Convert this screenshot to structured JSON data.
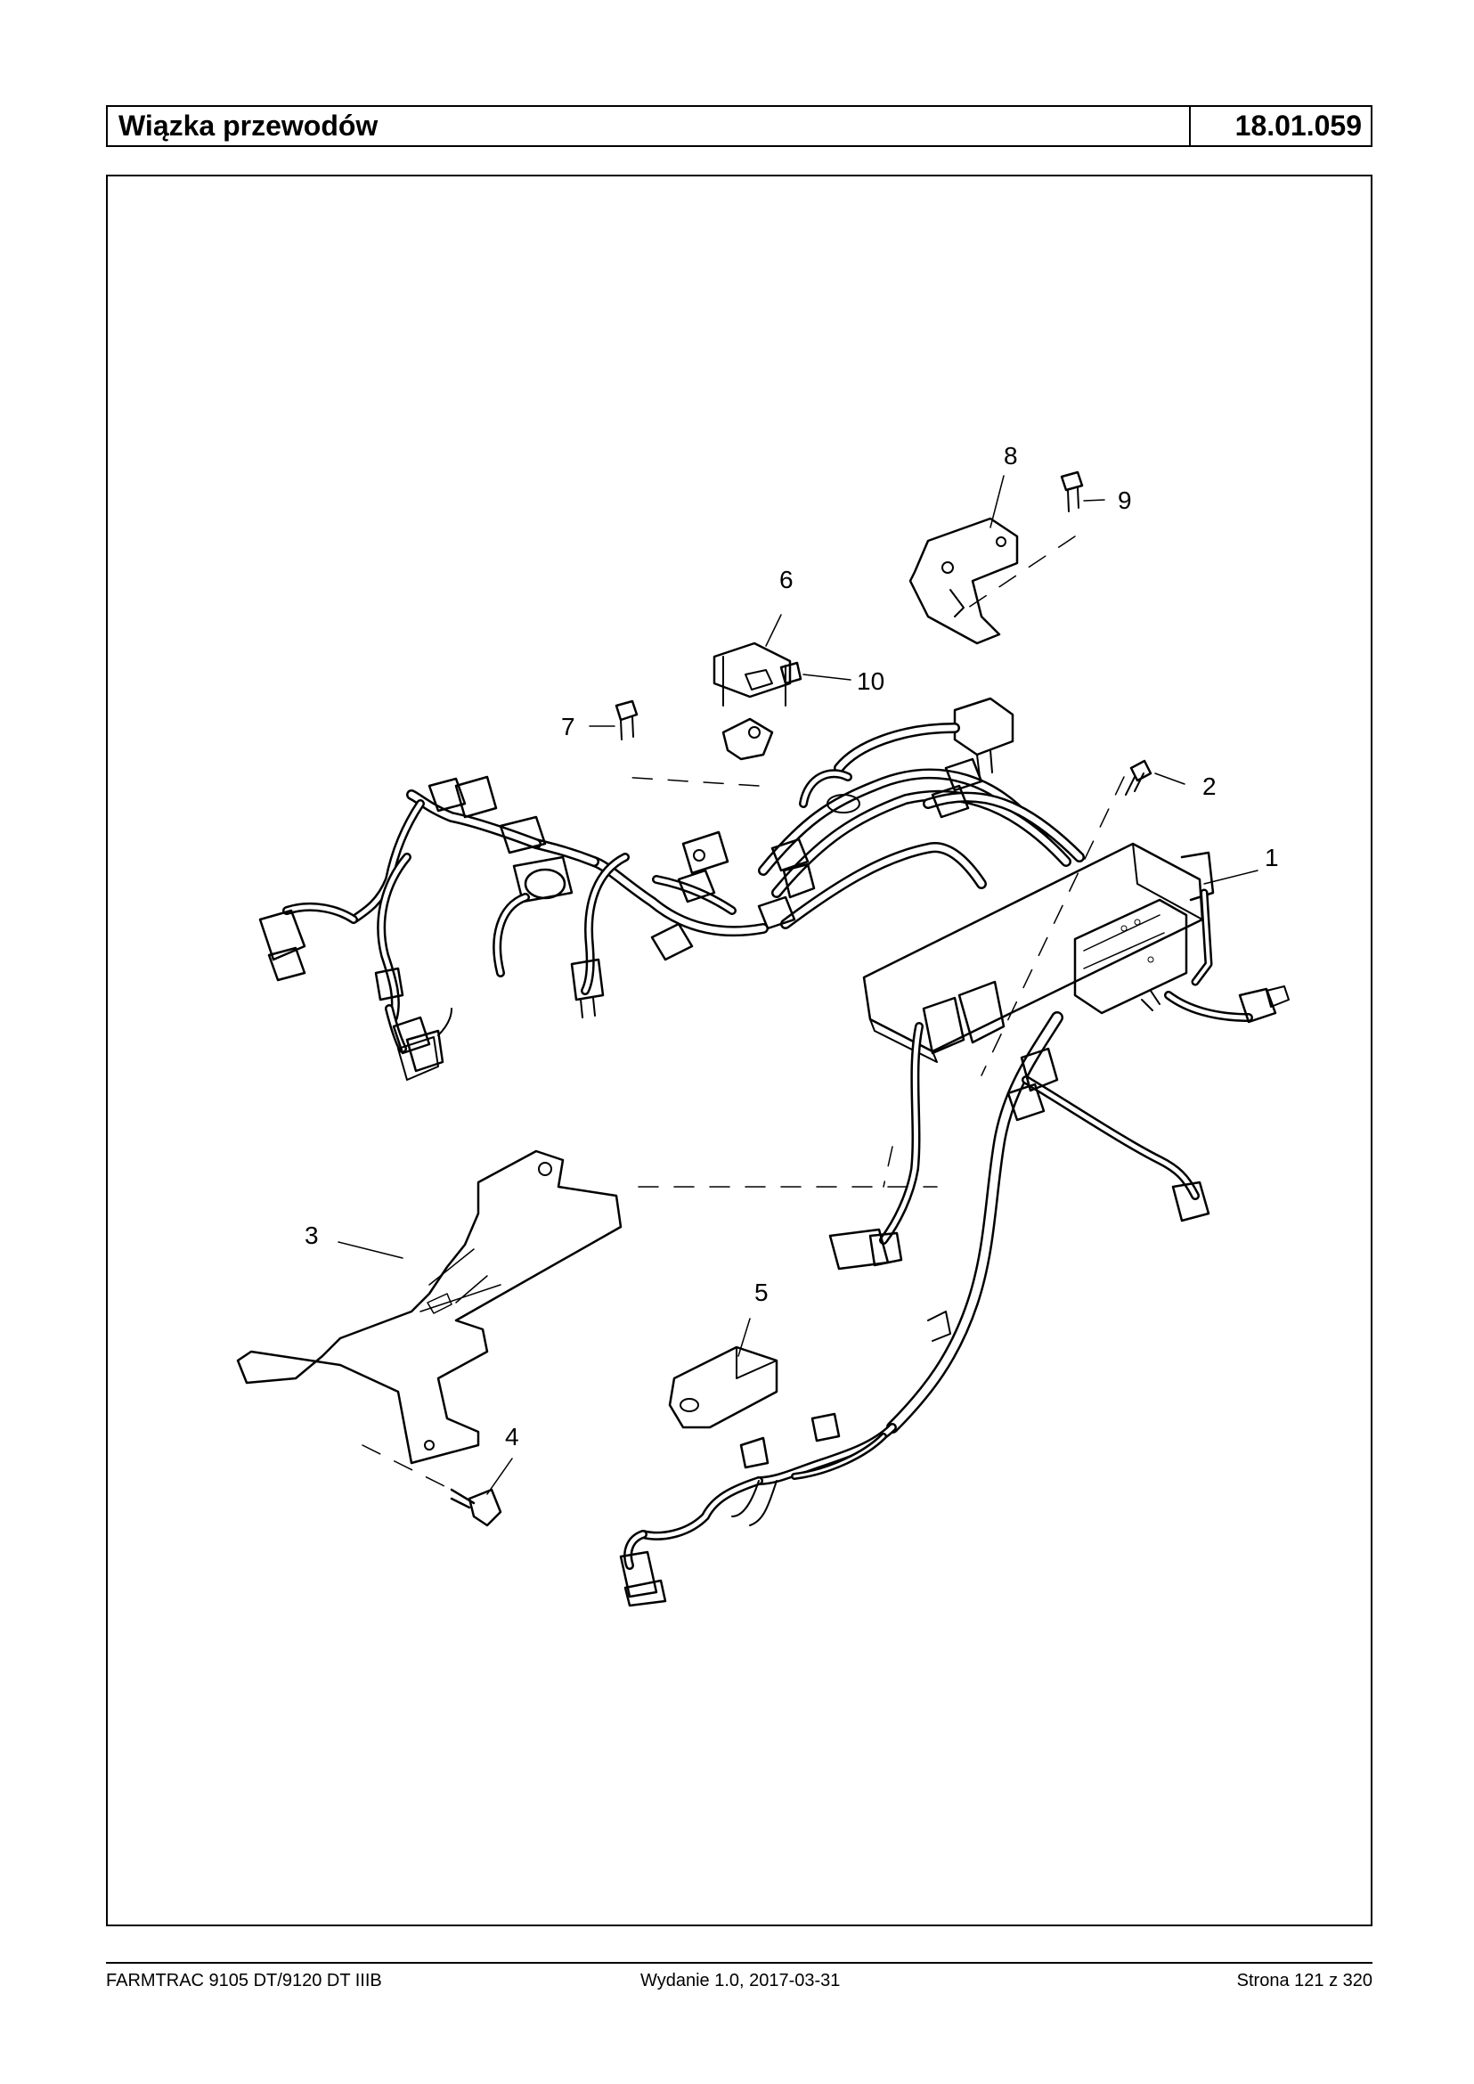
{
  "header": {
    "title": "Wiązka przewodów",
    "code": "18.01.059"
  },
  "callouts": {
    "c1": "1",
    "c2": "2",
    "c3": "3",
    "c4": "4",
    "c5": "5",
    "c6": "6",
    "c7": "7",
    "c8": "8",
    "c9": "9",
    "c10": "10"
  },
  "footer": {
    "model": "FARMTRAC 9105 DT/9120 DT IIIB",
    "edition": "Wydanie 1.0,  2017-03-31",
    "page": "Strona 121 z 320"
  }
}
